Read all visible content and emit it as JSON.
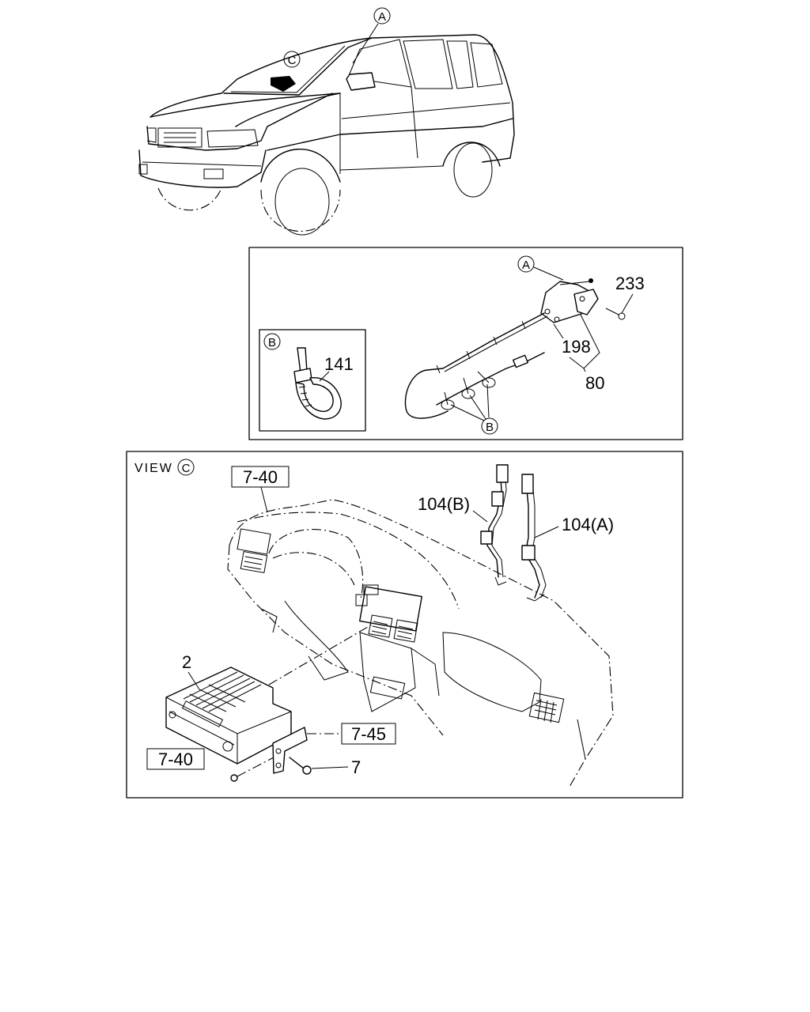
{
  "car": {
    "callout_a": "A",
    "callout_c": "C"
  },
  "antenna_panel": {
    "callout_a": "A",
    "part_233": "233",
    "part_198": "198",
    "part_80": "80",
    "callout_b": "B",
    "inset_b": {
      "callout": "B",
      "part_141": "141"
    }
  },
  "view_panel": {
    "view_label": "VIEW",
    "view_callout": "C",
    "ref_top": "7-40",
    "part_104b": "104(B)",
    "part_104a": "104(A)",
    "part_2": "2",
    "ref_745": "7-45",
    "ref_bottom": "7-40",
    "part_7": "7"
  }
}
